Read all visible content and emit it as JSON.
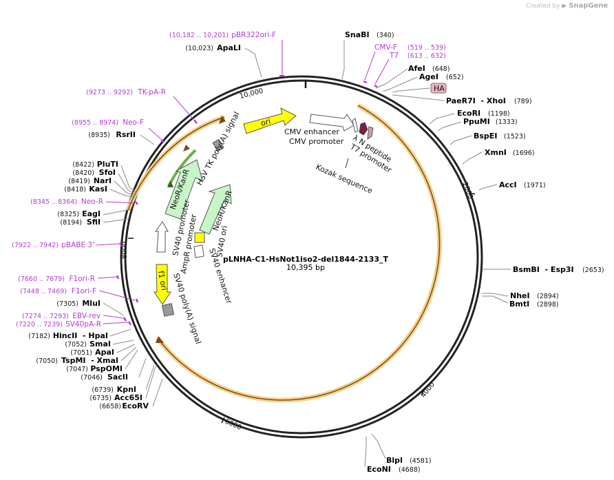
{
  "credit": {
    "prefix": "Created by",
    "brand": "SnapGene"
  },
  "plasmid": {
    "name": "pLNHA-C1-HsNot1iso2-del1844-2133_T",
    "length_label": "10,395 bp"
  },
  "ticks": [
    {
      "label": "10,000"
    },
    {
      "label": "2000"
    },
    {
      "label": "4000"
    },
    {
      "label": "6000"
    },
    {
      "label": "8000"
    }
  ],
  "enzymes": [
    {
      "id": "snabi",
      "name": "SnaBI",
      "pos": "(340)"
    },
    {
      "id": "afei",
      "name": "AfeI",
      "pos": "(648)"
    },
    {
      "id": "agei",
      "name": "AgeI",
      "pos": "(652)"
    },
    {
      "id": "paer7i",
      "name": "PaeR7I  - XhoI",
      "pos": "(789)"
    },
    {
      "id": "ecori",
      "name": "EcoRI",
      "pos": "(1198)"
    },
    {
      "id": "ppumi",
      "name": "PpuMI",
      "pos": "(1333)"
    },
    {
      "id": "bspei",
      "name": "BspEI",
      "pos": "(1523)"
    },
    {
      "id": "xmni",
      "name": "XmnI",
      "pos": "(1696)"
    },
    {
      "id": "acci",
      "name": "AccI",
      "pos": "(1971)"
    },
    {
      "id": "bsmbi",
      "name": "BsmBI  - Esp3I",
      "pos": "(2653)"
    },
    {
      "id": "nhei",
      "name": "NheI",
      "pos": "(2894)"
    },
    {
      "id": "bmti",
      "name": "BmtI",
      "pos": "(2898)"
    },
    {
      "id": "blpi",
      "name": "BlpI",
      "pos": "(4581)"
    },
    {
      "id": "econi",
      "name": "EcoNI",
      "pos": "(4688)"
    },
    {
      "id": "apali",
      "name": "ApaLI",
      "pos": "(10,023)"
    },
    {
      "id": "rsrii",
      "name": "RsrII",
      "pos": "(8935)"
    },
    {
      "id": "pluti",
      "name": "PluTI",
      "pos": "(8422)"
    },
    {
      "id": "sfoi",
      "name": "SfoI",
      "pos": "(8420)"
    },
    {
      "id": "nari",
      "name": "NarI",
      "pos": "(8419)"
    },
    {
      "id": "kasi",
      "name": "KasI",
      "pos": "(8418)"
    },
    {
      "id": "eagi",
      "name": "EagI",
      "pos": "(8325)"
    },
    {
      "id": "sfii",
      "name": "SfiI",
      "pos": "(8194)"
    },
    {
      "id": "mlui",
      "name": "MluI",
      "pos": "(7305)"
    },
    {
      "id": "hincii",
      "name": "HincII  - HpaI",
      "pos": "(7182)"
    },
    {
      "id": "smai",
      "name": "SmaI",
      "pos": "(7052)"
    },
    {
      "id": "apai",
      "name": "ApaI",
      "pos": "(7051)"
    },
    {
      "id": "tspmi",
      "name": "TspMI  - XmaI",
      "pos": "(7050)"
    },
    {
      "id": "pspomi",
      "name": "PspOMI",
      "pos": "(7047)"
    },
    {
      "id": "sacii",
      "name": "SacII",
      "pos": "(7046)"
    },
    {
      "id": "kpni",
      "name": "KpnI",
      "pos": "(6739)"
    },
    {
      "id": "acc65i",
      "name": "Acc65I",
      "pos": "(6735)"
    },
    {
      "id": "ecorv",
      "name": "EcoRV",
      "pos": "(6658)"
    }
  ],
  "primers": [
    {
      "id": "pbr322ori",
      "name": "pBR322ori-F",
      "pos": "(10,182 .. 10,201)"
    },
    {
      "id": "cmvf",
      "name": "CMV-F",
      "pos": "(519 .. 539)"
    },
    {
      "id": "t7",
      "name": "T7",
      "pos": "(613 .. 632)"
    },
    {
      "id": "tkpar",
      "name": "TK-pA-R",
      "pos": "(9273 .. 9292)"
    },
    {
      "id": "neof",
      "name": "Neo-F",
      "pos": "(8955 .. 8974)"
    },
    {
      "id": "neor",
      "name": "Neo-R",
      "pos": "(8345 .. 8364)"
    },
    {
      "id": "pbabe",
      "name": "pBABE 3'",
      "pos": "(7922 .. 7942)"
    },
    {
      "id": "f1orir",
      "name": "F1ori-R",
      "pos": "(7660 .. 7679)"
    },
    {
      "id": "f1orif",
      "name": "F1ori-F",
      "pos": "(7448 .. 7469)"
    },
    {
      "id": "ebvrev",
      "name": "EBV-rev",
      "pos": "(7274 .. 7293)"
    },
    {
      "id": "sv40par",
      "name": "SV40pA-R",
      "pos": "(7220 .. 7239)"
    }
  ],
  "features": {
    "ori": "ori",
    "cmv_enhancer": "CMV enhancer",
    "cmv_promoter": "CMV promoter",
    "lambda_n": "λ N peptide",
    "t7_promoter": "T7 promoter",
    "kozak": "Kozak sequence",
    "ha": "HA",
    "hsv_tk": "HSV TK poly(A) signal",
    "neokan1": "NeoR/KanR",
    "neokan2": "NeoR/KanR",
    "sv40_ori": "SV40 ori",
    "sv40_promoter": "SV40 promoter",
    "sv40_enhancer": "SV40 enhancer",
    "ampr_promoter": "AmpR promoter",
    "f1_ori": "f1 ori",
    "sv40_polya": "SV40 poly(A) signal"
  },
  "colors": {
    "backbone": "#222222",
    "orf": "#f5c77e",
    "orf_core": "#8a5a12",
    "ori": "#ffff00",
    "neo": "#c8f5c8",
    "primer": "#b23ad6",
    "ha": "#e8b4c0",
    "tag": "#7a2040"
  }
}
